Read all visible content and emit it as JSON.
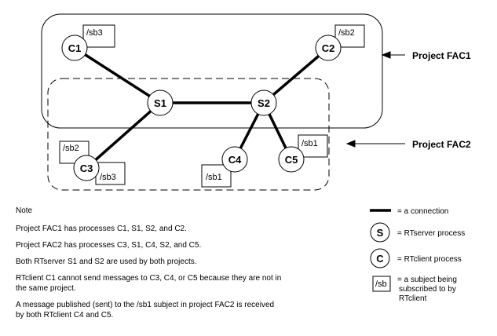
{
  "diagram": {
    "nodes": [
      {
        "id": "C1",
        "label": "C1",
        "kind": "client"
      },
      {
        "id": "C2",
        "label": "C2",
        "kind": "client"
      },
      {
        "id": "S1",
        "label": "S1",
        "kind": "server"
      },
      {
        "id": "S2",
        "label": "S2",
        "kind": "server"
      },
      {
        "id": "C3",
        "label": "C3",
        "kind": "client"
      },
      {
        "id": "C4",
        "label": "C4",
        "kind": "client"
      },
      {
        "id": "C5",
        "label": "C5",
        "kind": "client"
      }
    ],
    "connections": [
      [
        "C1",
        "S1"
      ],
      [
        "S1",
        "S2"
      ],
      [
        "S2",
        "C2"
      ],
      [
        "S1",
        "C3"
      ],
      [
        "S2",
        "C4"
      ],
      [
        "S2",
        "C5"
      ]
    ],
    "subjects": [
      {
        "node": "C1",
        "label": "/sb3"
      },
      {
        "node": "C2",
        "label": "/sb2"
      },
      {
        "node": "C3",
        "label": "/sb2"
      },
      {
        "node": "C3",
        "label": "/sb3"
      },
      {
        "node": "C4",
        "label": "/sb1"
      },
      {
        "node": "C5",
        "label": "/sb1"
      }
    ],
    "projects": [
      {
        "label": "Project FAC1",
        "members": [
          "C1",
          "C2",
          "S1",
          "S2"
        ]
      },
      {
        "label": "Project FAC2",
        "members": [
          "C3",
          "S1",
          "C4",
          "S2",
          "C5"
        ]
      }
    ]
  },
  "notes": {
    "title": "Note",
    "items": [
      "Project FAC1 has processes C1, S1, S2, and C2.",
      "Project FAC2 has processes C3, S1, C4, S2, and C5.",
      "Both RTserver S1 and S2 are used by both projects.",
      "RTclient C1 cannot send messages to C3, C4, or C5 because they are not in the same project.",
      "A message published (sent) to the /sb1 subject in project FAC2 is received by both RTclient C4 and C5."
    ]
  },
  "legend": {
    "connection": "= a connection",
    "server_symbol": "S",
    "server": "= RTserver process",
    "client_symbol": "C",
    "client": "= RTclient process",
    "subject_symbol": "/sb",
    "subject_lines": [
      "= a subject being",
      "subscribed to by",
      "RTclient"
    ]
  }
}
